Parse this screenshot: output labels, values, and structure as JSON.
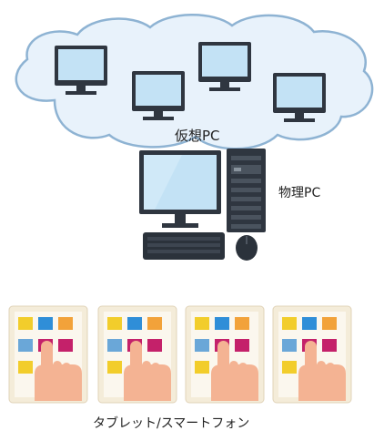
{
  "labels": {
    "virtual_pc": "仮想PC",
    "physical_pc": "物理PC",
    "devices": "タブレット/スマートフォン"
  },
  "colors": {
    "cloud_fill": "#e8f2fb",
    "cloud_outline": "#8eb3d3",
    "monitor_frame": "#2f3640",
    "screen": "#c3e2f5",
    "keyboard": "#2b323b",
    "tablet_body": "#f4ecd9",
    "skin": "#f4b393",
    "tile_yellow": "#f2cd2b",
    "tile_blue": "#2f8ed8",
    "tile_orange": "#f2a23a",
    "tile_magenta": "#c4216a"
  },
  "icons": {
    "cloud": "cloud-icon",
    "monitor": "monitor-icon",
    "tower": "desktop-tower-icon",
    "keyboard": "keyboard-icon",
    "mouse": "mouse-icon",
    "tablet": "tablet-icon",
    "hand": "pointing-hand-icon"
  }
}
